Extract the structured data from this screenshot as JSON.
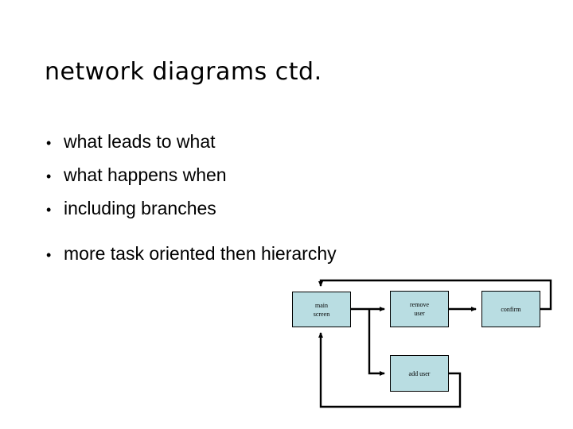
{
  "slide": {
    "background_color": "#ffffff",
    "title": "network diagrams ctd.",
    "bullets": [
      {
        "marker": "•",
        "text": "what leads to what"
      },
      {
        "marker": "•",
        "text": "what happens when"
      },
      {
        "marker": "•",
        "text": "including branches"
      },
      {
        "marker": "•",
        "text": "more task oriented then hierarchy"
      }
    ]
  },
  "diagram": {
    "fill_color": "#b9dde2",
    "stroke_color": "#000000",
    "nodes": [
      {
        "id": "main-screen",
        "label": "main\nscreen"
      },
      {
        "id": "remove-user",
        "label": "remove\nuser"
      },
      {
        "id": "confirm",
        "label": "confirm"
      },
      {
        "id": "add-user",
        "label": "add user"
      }
    ]
  }
}
